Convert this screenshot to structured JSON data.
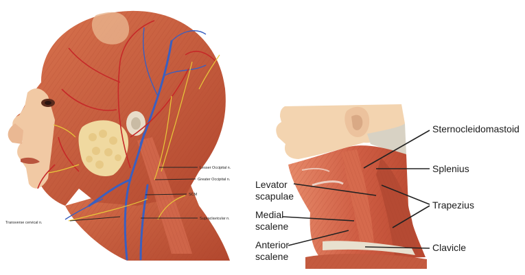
{
  "left_panel": {
    "labels": {
      "lesser_occipital": "Lesser Occipital n.",
      "greater_occipital": "Greater Occipital n.",
      "scm": "SCM",
      "supraclavicular": "Supraclavicular n.",
      "transverse_cervical": "Transverse cervical n."
    }
  },
  "right_panel": {
    "labels": {
      "sternocleidomastoid": "Sternocleidomastoid",
      "splenius": "Splenius",
      "levator_line1": "Levator",
      "levator_line2": "scapulae",
      "trapezius": "Trapezius",
      "medial_line1": "Medial",
      "medial_line2": "scalene",
      "anterior_line1": "Anterior",
      "anterior_line2": "scalene",
      "clavicle": "Clavicle"
    }
  },
  "colors": {
    "skin": "#f3d4b0",
    "muscle": "#c85a3e",
    "muscle_light": "#e08868",
    "vein": "#3a5fc0",
    "artery": "#c62828",
    "nerve": "#e8c93a",
    "gland": "#f0d9a0",
    "bone": "#e8e0cf"
  }
}
